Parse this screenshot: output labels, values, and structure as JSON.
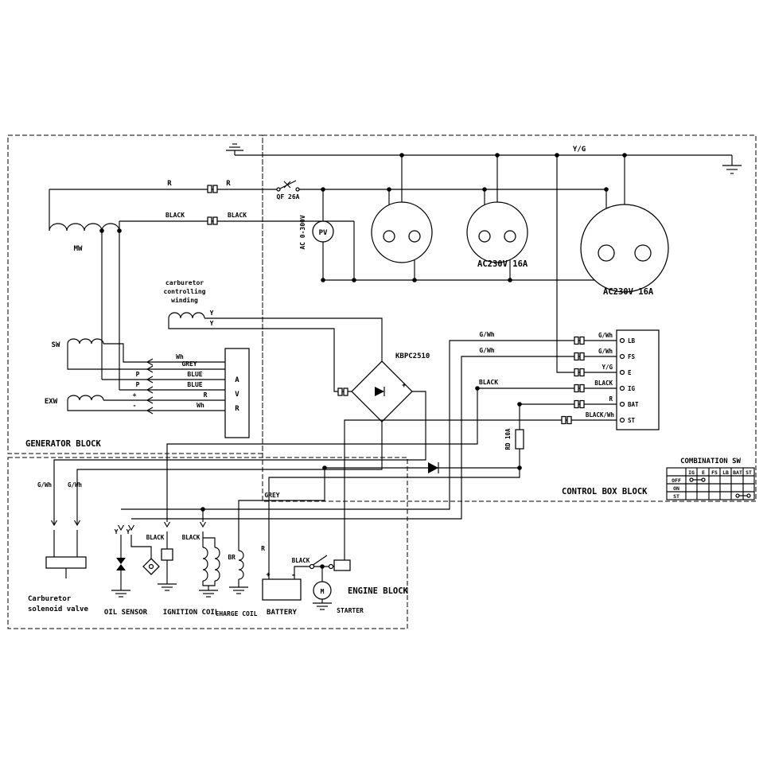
{
  "blocks": {
    "generator": "GENERATOR BLOCK",
    "control_box": "CONTROL BOX BLOCK",
    "engine": "ENGINE BLOCK"
  },
  "top_section": {
    "ground_wire": "Y/G",
    "breaker": "QF 26A",
    "voltmeter": "PV",
    "voltmeter_range": "AC 0-300V",
    "outlet_mid": "AC230V 16A",
    "outlet_large": "AC230V 16A"
  },
  "generator": {
    "main_winding": "MW",
    "sub_winding": "SW",
    "exciter_winding": "EXW",
    "avr_letters": [
      "A",
      "V",
      "R"
    ],
    "r_labels": [
      "R",
      "R"
    ],
    "black_labels": [
      "BLACK",
      "BLACK"
    ],
    "carb_winding_caption": [
      "carburetor",
      "controlling",
      "winding"
    ],
    "carb_wire_labels": [
      "Y",
      "Y"
    ],
    "avr_wire_labels": [
      "Wh",
      "GREY",
      "BLUE",
      "BLUE",
      "R",
      "Wh"
    ],
    "avr_terminal_marks": [
      "P",
      "P",
      "+",
      "-"
    ]
  },
  "rectifier": {
    "label": "KBPC2510",
    "plus": "+"
  },
  "harness": {
    "mid_labels": [
      "G/Wh",
      "G/Wh",
      "BLACK"
    ],
    "pin_wires": [
      "G/Wh",
      "G/Wh",
      "Y/G",
      "BLACK",
      "R",
      "BLACK/Wh"
    ],
    "pins": [
      "LB",
      "FS",
      "E",
      "IG",
      "BAT",
      "ST"
    ],
    "fuse": "RD 10A"
  },
  "combination_sw": {
    "title": "COMBINATION SW",
    "columns": [
      "IG",
      "E",
      "FS",
      "LB",
      "BAT",
      "ST"
    ],
    "rows": [
      "OFF",
      "ON",
      "ST"
    ],
    "connections": [
      {
        "row": "OFF",
        "between": [
          "IG",
          "E"
        ]
      },
      {
        "row": "ST",
        "between": [
          "BAT",
          "ST"
        ]
      }
    ]
  },
  "engine": {
    "carb_valve_wires": [
      "G/Wh",
      "G/Wh"
    ],
    "carb_valve_caption": [
      "Carburetor",
      "solenoid valve"
    ],
    "oil_sensor_wires": [
      "Y",
      "Y"
    ],
    "oil_sensor_caption": "OIL SENSOR",
    "ignition_wires": [
      "BLACK",
      "BLACK"
    ],
    "ignition_caption": "IGNITION COIL",
    "charge_coil_wire": "BR",
    "charge_coil_caption": "CHARGE COIL",
    "battery_wire": "R",
    "battery_caption": "BATTERY",
    "battery_plus": "+",
    "battery_minus": "-",
    "switch_wire": "BLACK",
    "relay_wire": "GREY",
    "starter_caption": "STARTER",
    "starter_motor": "M"
  }
}
